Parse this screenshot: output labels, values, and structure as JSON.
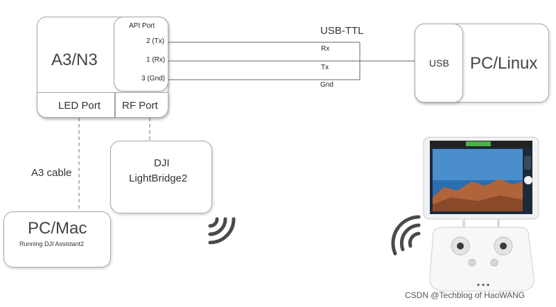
{
  "a3n3": {
    "title": "A3/N3",
    "api_port_title": "API Port",
    "pins": [
      "2 (Tx)",
      "1 (Rx)",
      "3 (Gnd)"
    ],
    "led_port": "LED Port",
    "rf_port": "RF Port"
  },
  "usb_ttl": {
    "title": "USB-TTL",
    "rx": "Rx",
    "tx": "Tx",
    "gnd": "Gnd"
  },
  "pc_linux": {
    "usb": "USB",
    "title": "PC/Linux"
  },
  "cable_label": "A3 cable",
  "lightbridge": {
    "line1": "DJI",
    "line2": "LightBridge2"
  },
  "pc_mac": {
    "title": "PC/Mac",
    "subtitle": "Running DJI Assistant2"
  },
  "watermark": "CSDN @Techblog of HaoWANG",
  "colors": {
    "border": "#a8a8a8",
    "text": "#333333",
    "wifi": "#4a4a4a"
  }
}
